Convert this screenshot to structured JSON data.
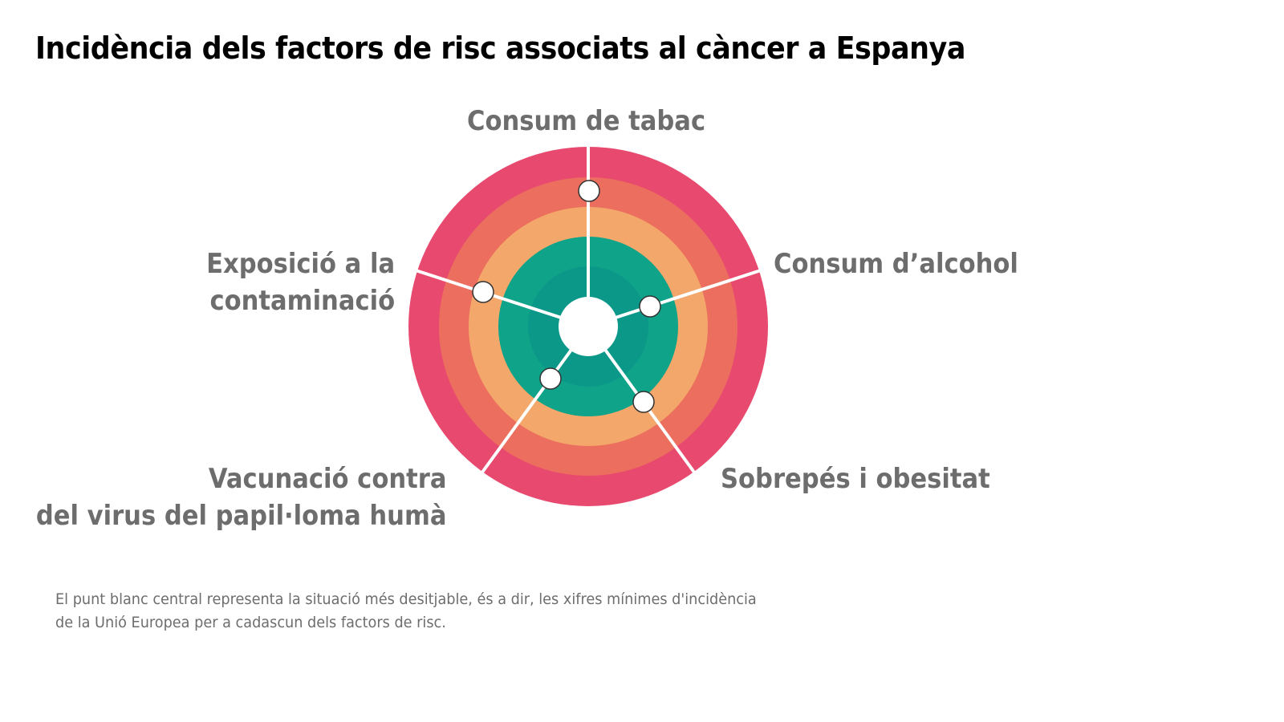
{
  "title": "Incidència dels factors de risc associats al càncer a Espanya",
  "labels": {
    "tabac": "Consum de tabac",
    "alcohol": "Consum d’alcohol",
    "sobrepes": "Sobrepés i obesitat",
    "vacunacio_line1": "Vacunació contra",
    "vacunacio_line2": "del virus del papil·loma humà",
    "exposicio_line1": "Exposició a la",
    "exposicio_line2": "contaminació"
  },
  "note": {
    "line1": "El punt blanc central representa la situació més desitjable, és a dir, les xifres mínimes d'incidència",
    "line2": "de la Unió Europea per a cadascun dels factors de risc."
  },
  "colors": {
    "ring_outer": "#E84A6F",
    "ring_coral": "#EC6E5E",
    "ring_orange": "#F4A76B",
    "ring_teal": "#0FA389",
    "ring_dark_teal": "#0B9889",
    "center": "#FFFFFF",
    "label_text": "#6D6D6D"
  },
  "chart_data": {
    "type": "radial",
    "title": "Incidència dels factors de risc associats al càncer a Espanya",
    "description": "Concentric ring diagram; center white point = minimum EU incidence (most desirable). Outer rings = worse.",
    "rings_inner_to_outer": [
      "center (EU minimum)",
      "dark teal",
      "teal",
      "orange",
      "coral",
      "pink"
    ],
    "categories": [
      "Consum de tabac",
      "Consum d’alcohol",
      "Sobrepés i obesitat",
      "Vacunació contra del virus del papil·loma humà",
      "Exposició a la contaminació"
    ],
    "values": [
      4.4,
      1.2,
      2.1,
      1.1,
      2.7
    ],
    "value_scale": "ring index, 0 = center white point, 5 = outer edge (approx.)",
    "angles_deg": [
      -90,
      -18,
      54,
      126,
      198
    ]
  }
}
